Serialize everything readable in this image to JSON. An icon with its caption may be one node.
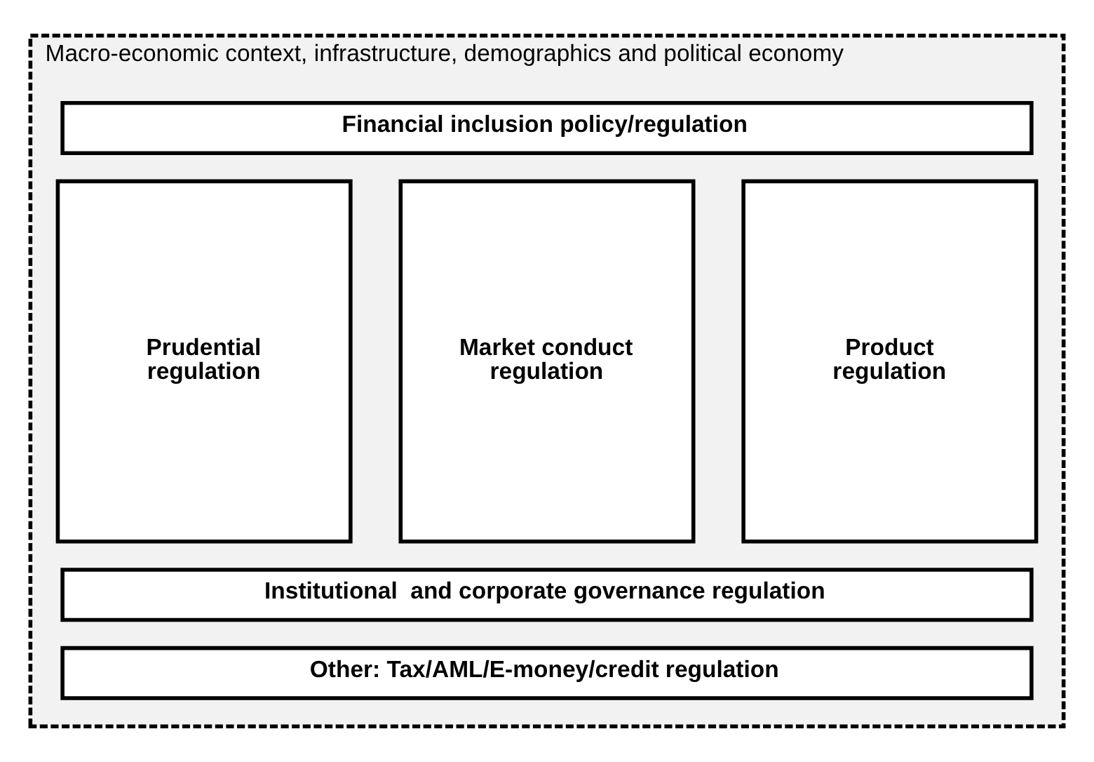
{
  "diagram": {
    "nodes": [
      {
        "text": [
          "Macro-economic context, infrastructure, demographics and political economy"
        ]
      },
      {
        "text": [
          "Financial inclusion policy/regulation"
        ],
        "in": 0
      },
      {
        "text": [
          "Prudential regulation"
        ],
        "in": 0
      },
      {
        "text": [
          "Market conduct regulation"
        ],
        "in": 0
      },
      {
        "text": [
          "Product regulation"
        ],
        "in": 0
      },
      {
        "text": [
          "Institutional  and corporate governance regulation"
        ],
        "in": 0
      },
      {
        "text": [
          "Other: Tax/AML/E-money/credit regulation"
        ],
        "in": 0
      }
    ]
  }
}
